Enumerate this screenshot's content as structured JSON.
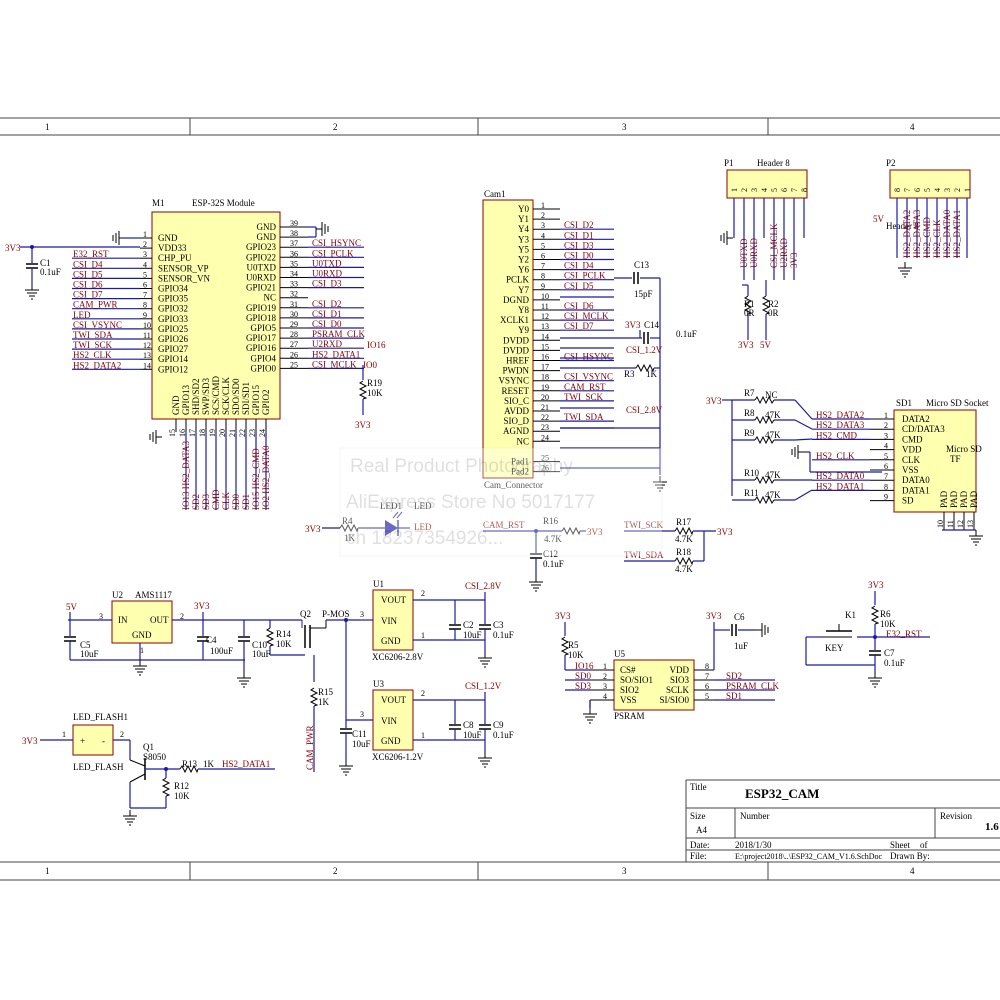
{
  "border": {
    "cols": [
      "1",
      "2",
      "3",
      "4"
    ]
  },
  "title_block": {
    "title_label": "Title",
    "title": "ESP32_CAM",
    "size_label": "Size",
    "size": "A4",
    "number_label": "Number",
    "revision_label": "Revision",
    "revision": "1.6",
    "date_label": "Date:",
    "date": "2018/1/30",
    "file_label": "File:",
    "file": "E:\\project2018\\..\\ESP32_CAM_V1.6.SchDoc",
    "sheet_label": "Sheet",
    "of_label": "of",
    "drawn_label": "Drawn By:"
  },
  "watermark": [
    "Real Product Photography",
    "AliExpress Store No 5017177",
    "ch 18237354926..."
  ],
  "m1": {
    "ref": "M1",
    "name": "ESP-32S Module",
    "left_nums": [
      "1",
      "2",
      "3",
      "4",
      "5",
      "6",
      "7",
      "8",
      "9",
      "10",
      "11",
      "12",
      "13",
      "14"
    ],
    "left_pins": [
      "GND",
      "VDD33",
      "CHP_PU",
      "SENSOR_VP",
      "SENSOR_VN",
      "GPIO34",
      "GPIO35",
      "GPIO32",
      "GPIO33",
      "GPIO25",
      "GPIO26",
      "GPIO27",
      "GPIO14",
      "GPIO12"
    ],
    "left_nets": [
      "",
      "",
      "E32_RST",
      "CSI_D4",
      "CSI_D5",
      "CSI_D6",
      "CSI_D7",
      "CAM_PWR",
      "LED",
      "CSI_VSYNC",
      "TWI_SDA",
      "TWI_SCK",
      "HS2_CLK",
      "HS2_DATA2"
    ],
    "right_nums": [
      "39",
      "38",
      "37",
      "36",
      "35",
      "34",
      "33",
      "32",
      "31",
      "30",
      "29",
      "28",
      "27",
      "26",
      "25"
    ],
    "right_pins": [
      "GND",
      "GND",
      "GPIO23",
      "GPIO22",
      "U0TXD",
      "U0RXD",
      "GPIO21",
      "NC",
      "GPIO19",
      "GPIO18",
      "GPIO5",
      "GPIO17",
      "GPIO16",
      "GPIO4",
      "GPIO0"
    ],
    "right_nets": [
      "",
      "",
      "CSI_HSYNC",
      "CSI_PCLK",
      "U0TXD",
      "U0RXD",
      "CSI_D3",
      "",
      "CSI_D2",
      "CSI_D1",
      "CSI_D0",
      "PSRAM_CLK",
      "U2RXD",
      "HS2_DATA1",
      "CSI_MCLK"
    ],
    "right_extra": [
      "IO16",
      "IO0"
    ],
    "bottom_pins": [
      "GND",
      "GPIO13",
      "SHD/SD2",
      "SWP/SD3",
      "SCS/CMD",
      "SCK/CLK",
      "SDO/SD0",
      "SDI/SD1",
      "GPIO15",
      "GPIO2"
    ],
    "bottom_nums": [
      "15",
      "16",
      "17",
      "18",
      "19",
      "20",
      "21",
      "22",
      "23",
      "24"
    ],
    "bottom_nets": [
      "IO13 HS2_DATA3",
      "SD2",
      "SD3",
      "CMD",
      "CLK",
      "SD0",
      "SD1",
      "IO15 HS2_CMD",
      "IO2 HS2_DATA0"
    ],
    "vnet": "3V3",
    "c1": "C1",
    "c1v": "0.1uF",
    "r19": "R19",
    "r19v": "10K",
    "r19net": "3V3"
  },
  "cam1": {
    "ref": "Cam1",
    "name": "Cam_Connector",
    "pins": [
      "Y0",
      "Y1",
      "Y4",
      "Y3",
      "Y5",
      "Y2",
      "Y6",
      "PCLK",
      "Y7",
      "DGND",
      "Y8",
      "XCLK1",
      "Y9",
      "DVDD",
      "DVDD",
      "HREF",
      "PWDN",
      "VSYNC",
      "RESET",
      "SIO_C",
      "AVDD",
      "SIO_D",
      "AGND",
      "NC",
      "",
      "Pad1",
      "Pad2"
    ],
    "nums": [
      "1",
      "2",
      "3",
      "4",
      "5",
      "6",
      "7",
      "8",
      "9",
      "10",
      "11",
      "12",
      "13",
      "14",
      "15",
      "16",
      "17",
      "18",
      "19",
      "20",
      "21",
      "22",
      "23",
      "24",
      "",
      "25",
      "26"
    ],
    "nets": [
      "",
      "",
      "CSI_D2",
      "CSI_D1",
      "CSI_D3",
      "CSI_D0",
      "CSI_D4",
      "CSI_PCLK",
      "CSI_D5",
      "",
      "CSI_D6",
      "CSI_MCLK",
      "CSI_D7",
      "",
      "",
      "CSI_HSYNC",
      "",
      "CSI_VSYNC",
      "CAM_RST",
      "TWI_SCK",
      "",
      "TWI_SDA",
      "",
      "",
      "",
      "",
      ""
    ],
    "c13": "C13",
    "c13v": "15pF",
    "c14": "C14",
    "c14v": "0.1uF",
    "c14net": "3V3",
    "csi12": "CSI_1.2V",
    "r3": "R3",
    "r3v": "1K",
    "csi28": "CSI_2.8V"
  },
  "p1": {
    "ref": "P1",
    "name": "Header 8",
    "nums": [
      "1",
      "2",
      "3",
      "4",
      "5",
      "6",
      "7",
      "8"
    ],
    "nets": [
      "",
      "U0TXD",
      "U0RXD",
      "",
      "CSI_MCLK",
      "U2RXD",
      "3V3",
      ""
    ],
    "r1": "R1",
    "r1v": "0R",
    "r2": "R2",
    "r2v": "0R",
    "v1": "3V3",
    "v2": "5V"
  },
  "p2": {
    "ref": "P2",
    "name": "Header 8",
    "nums": [
      "8",
      "7",
      "6",
      "5",
      "4",
      "3",
      "2",
      "1"
    ],
    "nets": [
      "",
      "HS2_DATA2",
      "HS2_DATA3",
      "HS2_CMD",
      "HS2_CLK",
      "HS2_DATA0",
      "HS2_DATA1",
      ""
    ],
    "v": "5V"
  },
  "sd1": {
    "ref": "SD1",
    "name": "Micro SD Socket",
    "pins": [
      "DATA2",
      "CD/DATA3",
      "CMD",
      "VDD",
      "CLK",
      "VSS",
      "DATA0",
      "DATA1",
      "SD"
    ],
    "nums": [
      "1",
      "2",
      "3",
      "4",
      "5",
      "6",
      "7",
      "8",
      "9"
    ],
    "nets": [
      "HS2_DATA2",
      "HS2_DATA3",
      "HS2_CMD",
      "",
      "HS2_CLK",
      "",
      "HS2_DATA0",
      "HS2_DATA1",
      ""
    ],
    "inner": "Micro SD",
    "inner2": "TF",
    "pads": [
      "PAD",
      "PAD",
      "PAD",
      "PAD"
    ],
    "pad_nums": [
      "10",
      "11",
      "12",
      "13"
    ],
    "res": [
      {
        "ref": "R7",
        "v": "NC"
      },
      {
        "ref": "R8",
        "v": "47K"
      },
      {
        "ref": "R9",
        "v": "47K"
      },
      {
        "ref": "R10",
        "v": "47K"
      },
      {
        "ref": "R11",
        "v": "47K"
      }
    ],
    "vnet": "3V3"
  },
  "led1": {
    "ref": "LED1",
    "name": "LED",
    "r4": "R4",
    "r4v": "1K",
    "vnet": "3V3",
    "net": "LED"
  },
  "rst": {
    "net": "CAM_RST",
    "r16": "R16",
    "r16v": "4.7K",
    "c12": "C12",
    "c12v": "0.1uF",
    "vnet": "3V3"
  },
  "twi": {
    "sck": "TWI_SCK",
    "sda": "TWI_SDA",
    "r17": "R17",
    "r17v": "4.7K",
    "r18": "R18",
    "r18v": "4.7K",
    "vnet": "3V3"
  },
  "k1": {
    "ref": "K1",
    "name": "KEY",
    "r6": "R6",
    "r6v": "10K",
    "c7": "C7",
    "c7v": "0.1uF",
    "vnet": "3V3",
    "net": "E32_RST"
  },
  "u2": {
    "ref": "U2",
    "name": "AMS1117",
    "in": "IN",
    "out": "OUT",
    "gnd": "GND",
    "pin_in": "3",
    "pin_out": "2",
    "pin_gnd": "1",
    "vin": "5V",
    "vout": "3V3",
    "c5": "C5",
    "c5v": "10uF",
    "c4": "C4",
    "c4v": "100uF",
    "c10": "C10",
    "c10v": "10uF",
    "r14": "R14",
    "r14v": "10K",
    "q2": "Q2",
    "pmos": "P-MOS",
    "r15": "R15",
    "r15v": "1K",
    "campwr": "CAM_PWR"
  },
  "u1": {
    "ref": "U1",
    "name": "XC6206-2.8V",
    "vout": "VOUT",
    "vin": "VIN",
    "gnd": "GND",
    "p3": "3",
    "p2": "2",
    "p1": "1",
    "net": "CSI_2.8V",
    "c2": "C2",
    "c2v": "10uF",
    "c3": "C3",
    "c3v": "0.1uF"
  },
  "u3": {
    "ref": "U3",
    "name": "XC6206-1.2V",
    "vout": "VOUT",
    "vin": "VIN",
    "gnd": "GND",
    "p3": "3",
    "p2": "2",
    "p1": "1",
    "net": "CSI_1.2V",
    "c8": "C8",
    "c8v": "10uF",
    "c9": "C9",
    "c9v": "0.1uF",
    "c11": "C11",
    "c11v": "10uF"
  },
  "flash": {
    "ref": "LED_FLASH1",
    "name": "LED_FLASH",
    "vnet": "3V3",
    "pin1": "1",
    "pin2": "2",
    "q1": "Q1",
    "q1v": "S8050",
    "r13": "R13",
    "r13v": "1K",
    "net": "HS2_DATA1",
    "r12": "R12",
    "r12v": "10K"
  },
  "u5": {
    "ref": "U5",
    "name": "PSRAM",
    "left_pins": [
      "CS#",
      "SO/SIO1",
      "SIO2",
      "VSS"
    ],
    "left_nums": [
      "1",
      "2",
      "3",
      "4"
    ],
    "left_nets": [
      "IO16",
      "SD0",
      "SD3",
      ""
    ],
    "right_pins": [
      "VDD",
      "SIO3",
      "SCLK",
      "SI/SIO0"
    ],
    "right_nums": [
      "8",
      "7",
      "6",
      "5"
    ],
    "right_nets": [
      "",
      "SD2",
      "PSRAM_CLK",
      "SD1"
    ],
    "r5": "R5",
    "r5v": "10K",
    "vnet": "3V3",
    "c6": "C6",
    "c6v": "1uF",
    "vnet2": "3V3"
  }
}
